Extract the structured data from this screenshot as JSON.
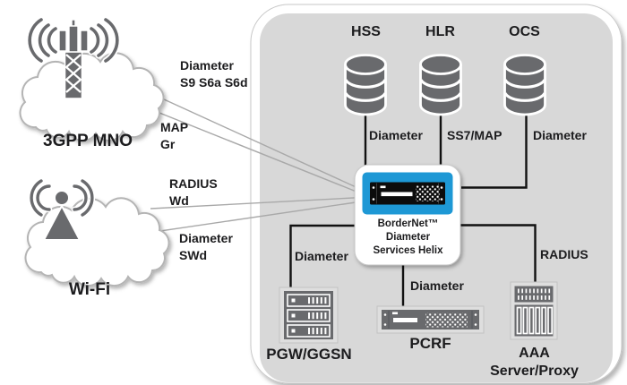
{
  "clouds": {
    "mno": "3GPP MNO",
    "wifi": "Wi-Fi"
  },
  "access_links": {
    "s9": [
      "Diameter",
      "S9 S6a S6d"
    ],
    "gr": [
      "MAP",
      "Gr"
    ],
    "wd": [
      "RADIUS",
      "Wd"
    ],
    "swd": [
      "Diameter",
      "SWd"
    ]
  },
  "nodes": {
    "hss": "HSS",
    "hlr": "HLR",
    "ocs": "OCS",
    "pgw": "PGW/GGSN",
    "pcrf": "PCRF",
    "aaa": [
      "AAA",
      "Server/Proxy"
    ],
    "bordernet": [
      "BorderNet™",
      "Diameter",
      "Services Helix"
    ]
  },
  "protocols": {
    "hss": "Diameter",
    "hlr": "SS7/MAP",
    "ocs": "Diameter",
    "pgw": "Diameter",
    "pcrf": "Diameter",
    "aaa": "RADIUS"
  },
  "colors": {
    "accent_blue": "#1E98D5",
    "node_grey": "#696A6D",
    "panel_grey": "#D8D8D8",
    "line_black": "#111111",
    "thin_line_grey": "#A9A9A9"
  }
}
